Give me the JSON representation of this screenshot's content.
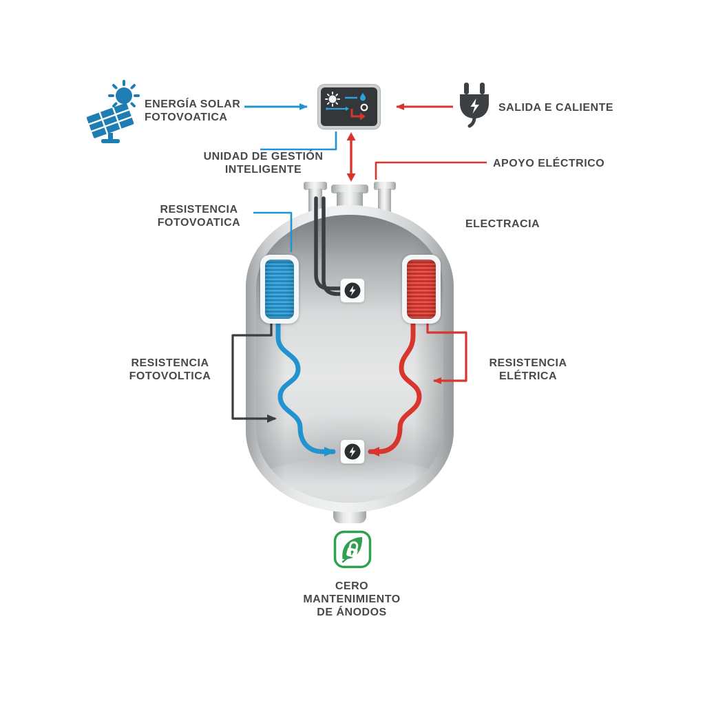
{
  "labels": {
    "energia_solar_line1": "ENERGÍA SOLAR",
    "energia_solar_line2": "FOTOVOATICA",
    "salida": "SALIDA E CALIENTE",
    "unidad_line1": "UNIDAD DE GESTIÓN",
    "unidad_line2": "INTELIGENTE",
    "apoyo": "APOYO ELÉCTRICO",
    "resistencia_fotovoatica_line1": "RESISTENCIA",
    "resistencia_fotovoatica_line2": "FOTOVOATICA",
    "electracia": "ELECTRACIA",
    "resistencia_fotovoltica_line1": "RESISTENCIA",
    "resistencia_fotovoltica_line2": "FOTOVOLTICA",
    "resistencia_electrica_line1": "RESISTENCIA",
    "resistencia_electrica_line2": "ELÉTRICA",
    "cero_line1": "CERO",
    "cero_line2": "MANTENIMIENTO",
    "cero_line3": "DE ÁNODOS"
  },
  "colors": {
    "solar_blue": "#1E7EB4",
    "line_blue": "#2193CE",
    "line_red": "#D8352E",
    "text_dark": "#45494B",
    "icon_dark": "#3C4043",
    "eco_green": "#2FA04E",
    "tank_gray": "#D6D8D9"
  },
  "icons": {
    "solar": "solar-panel-icon",
    "plug": "power-plug-icon",
    "controller": "smart-controller-display",
    "bolt_top": "pv-junction-bolt-icon",
    "bolt_bottom": "heater-junction-bolt-icon",
    "eco": "leaf-padlock-icon"
  }
}
